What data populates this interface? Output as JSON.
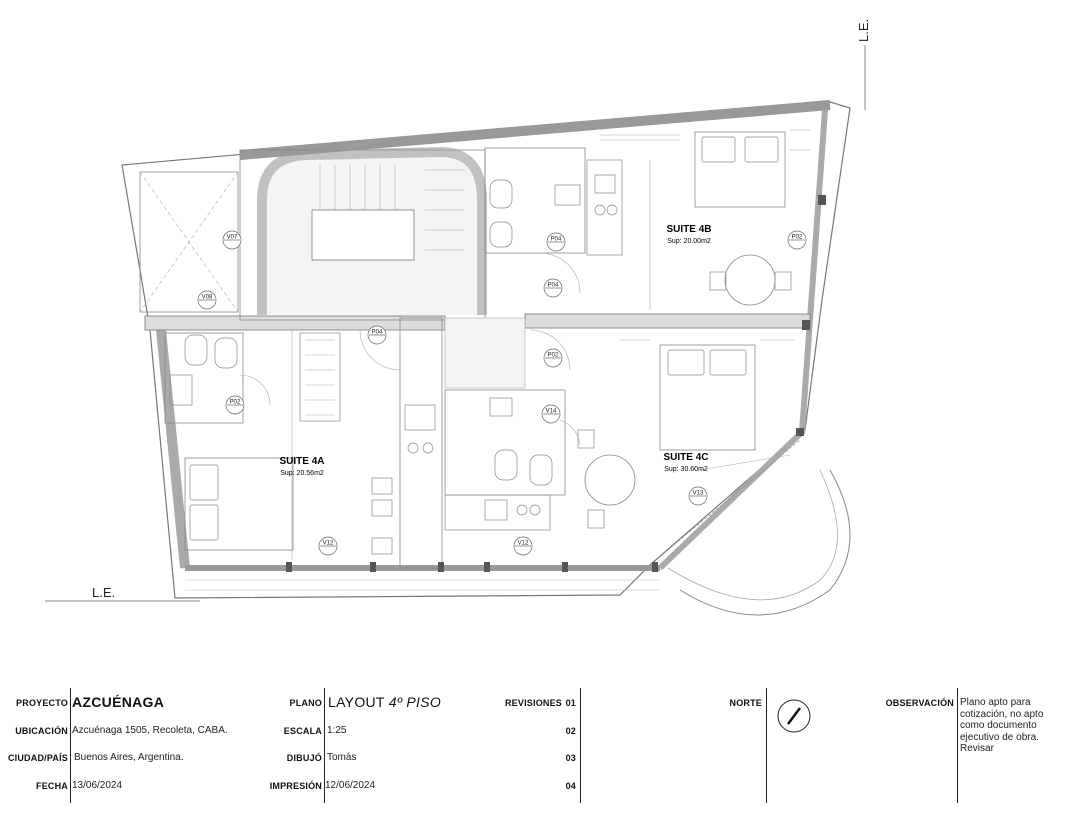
{
  "plan": {
    "le_top": "L.E.",
    "le_left": "L.E.",
    "suites": [
      {
        "name": "SUITE 4A",
        "area": "Sup: 20.56m2"
      },
      {
        "name": "SUITE 4B",
        "area": "Sup: 20.00m2"
      },
      {
        "name": "SUITE 4C",
        "area": "Sup: 30.60m2"
      }
    ],
    "tags": [
      "V07",
      "V08",
      "P04",
      "P02",
      "P04",
      "P04",
      "P02",
      "V14",
      "P02",
      "V13",
      "V12",
      "V12"
    ]
  },
  "title_block": {
    "proyecto_label": "PROYECTO",
    "proyecto_value": "AZCUÉNAGA",
    "ubicacion_label": "UBICACIÓN",
    "ubicacion_value": "Azcuénaga 1505, Recoleta, CABA.",
    "ciudad_label": "CIUDAD/PAÍS",
    "ciudad_value": "Buenos Aires, Argentina.",
    "fecha_label": "FECHA",
    "fecha_value": "13/06/2024",
    "plano_label": "PLANO",
    "plano_value_main": "LAYOUT",
    "plano_value_italic": "4º PISO",
    "escala_label": "ESCALA",
    "escala_value": "1:25",
    "dibujo_label": "DIBUJÓ",
    "dibujo_value": "Tomás",
    "impresion_label": "IMPRESIÓN",
    "impresion_value": "12/06/2024",
    "revisiones_label": "REVISIONES",
    "revisiones": [
      "01",
      "02",
      "03",
      "04"
    ],
    "norte_label": "NORTE",
    "observacion_label": "OBSERVACIÓN",
    "observacion_value": "Plano apto para cotización, no apto como documento ejecutivo de obra. Revisar"
  }
}
